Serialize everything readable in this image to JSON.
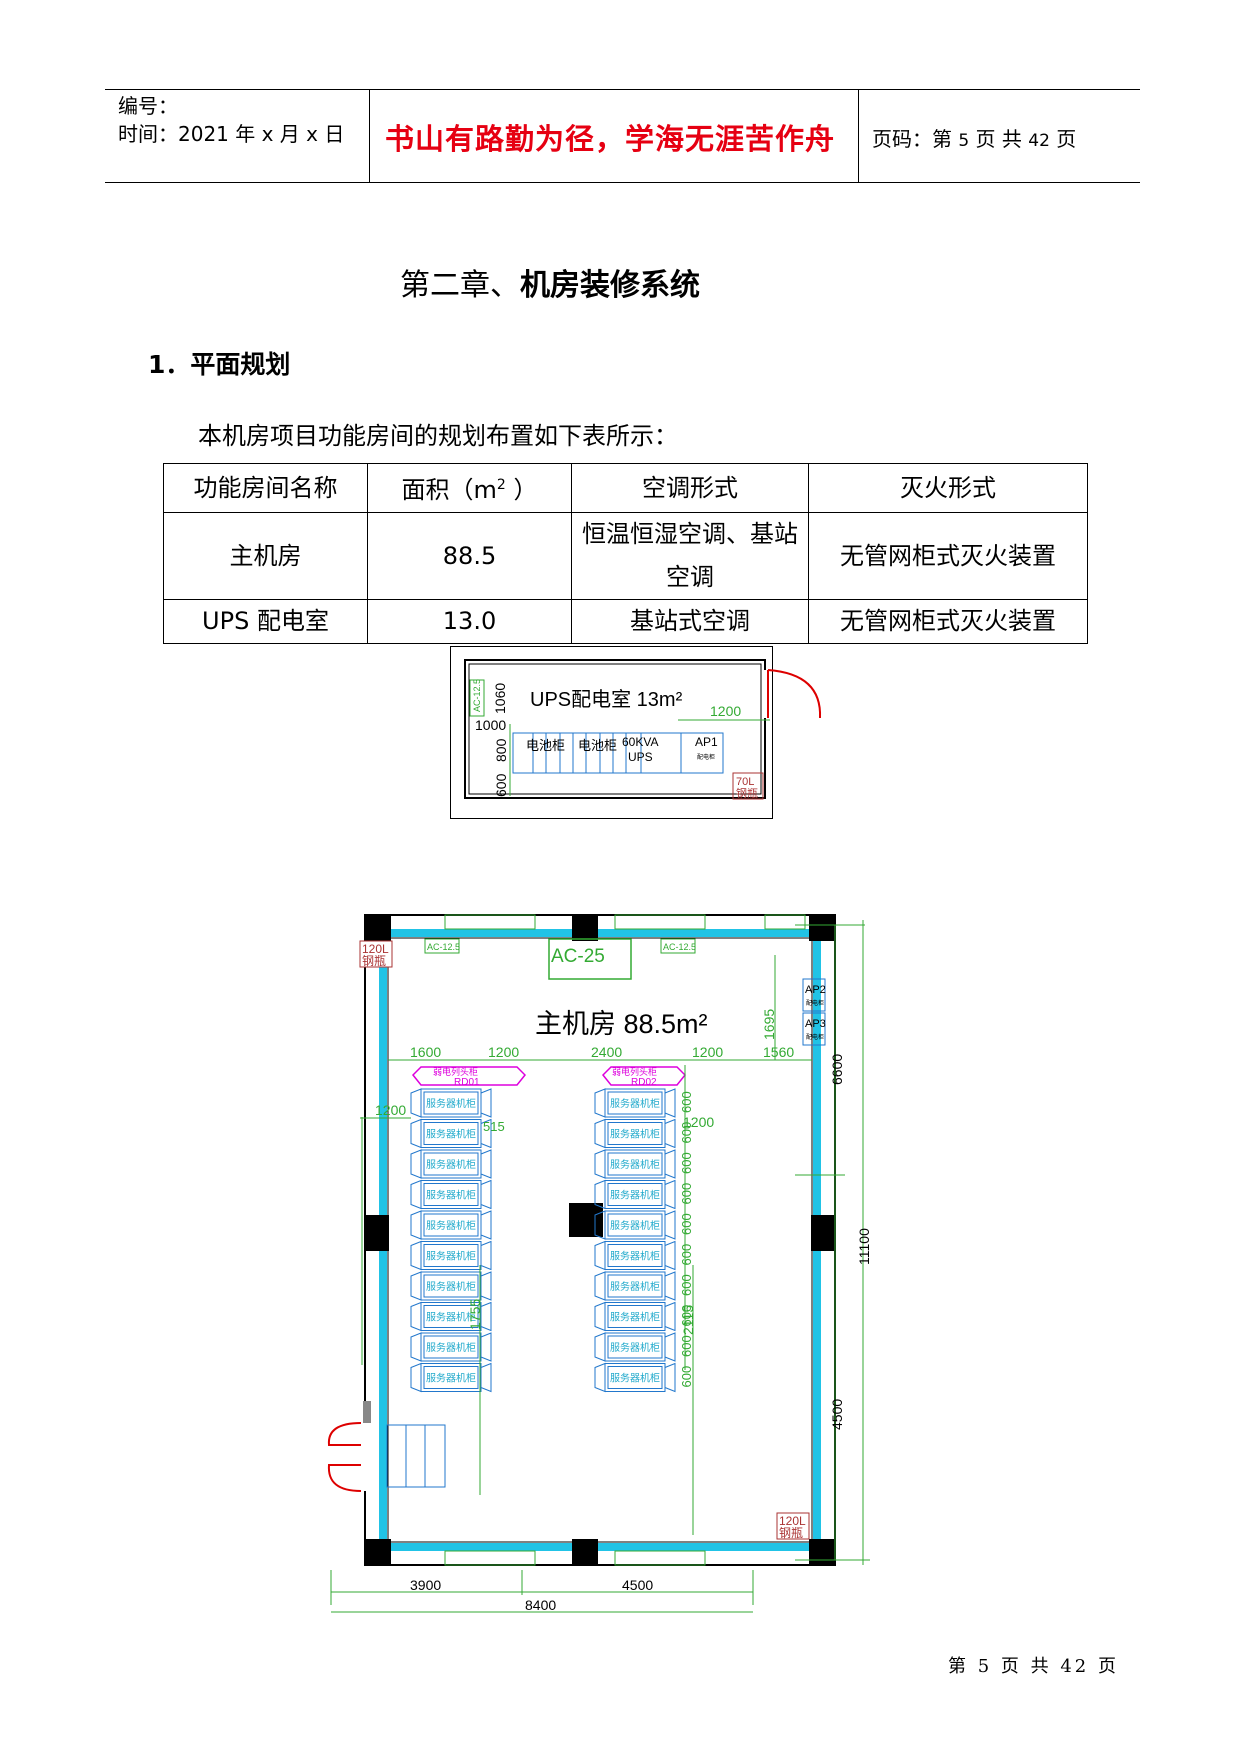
{
  "header": {
    "number_label": "编号：",
    "time_label": "时间：2021 年 x 月 x 日",
    "motto": "书山有路勤为径，学海无涯苦作舟",
    "page_prefix": "页码：第",
    "page_current": "5",
    "page_mid": "页  共",
    "page_total": "42",
    "page_suffix": "页"
  },
  "chapter": {
    "prefix": "第二章、",
    "title": "机房装修系统"
  },
  "section": {
    "title": "1．平面规划"
  },
  "intro": "本机房项目功能房间的规划布置如下表所示：",
  "table": {
    "headers": [
      "功能房间名称",
      "面积（m",
      "2",
      "  ）",
      "空调形式",
      "灭火形式"
    ],
    "rows": [
      [
        "主机房",
        "88.5",
        "恒温恒湿空调、基站空调",
        "无管网柜式灭火装置"
      ],
      [
        "UPS 配电室",
        "13.0",
        "基站式空调",
        "无管网柜式灭火装置"
      ]
    ]
  },
  "ups_plan": {
    "title": "UPS配电室 13m²",
    "ac_label": "AC-12.5",
    "dims": [
      "1060",
      "1000",
      "800",
      "600",
      "1200"
    ],
    "equipment": [
      "电池柜",
      "电池柜",
      "60KVA",
      "UPS",
      "AP1"
    ],
    "cylinder": [
      "70L",
      "钢瓶"
    ],
    "tiny_labels": [
      "配电柜"
    ]
  },
  "main_plan": {
    "title": "主机房 88.5m²",
    "ac_big": "AC-25",
    "ac_small": [
      "AC-12.5",
      "AC-12.5"
    ],
    "cylinders": [
      "120L",
      "钢瓶",
      "120L",
      "钢瓶"
    ],
    "ap_labels": [
      "AP2",
      "AP3",
      "配电柜"
    ],
    "top_dims": [
      "1600",
      "1200",
      "2400",
      "1200",
      "1560",
      "1695"
    ],
    "head_cabinets": [
      [
        "弱电列头柜",
        "RD01"
      ],
      [
        "弱电列头柜",
        "RD02"
      ]
    ],
    "server_label": "服务器机柜",
    "row_dims": [
      "600",
      "600",
      "600",
      "600",
      "600",
      "600",
      "600",
      "600",
      "600",
      "600"
    ],
    "inner_dims": [
      "1200",
      "515",
      "1200",
      "1755",
      "2115"
    ],
    "right_dims": [
      "6600",
      "11100",
      "4500"
    ],
    "bottom_dims": [
      "3900",
      "4500",
      "8400"
    ]
  },
  "footer": {
    "text": "第 5 页 共 42 页"
  }
}
